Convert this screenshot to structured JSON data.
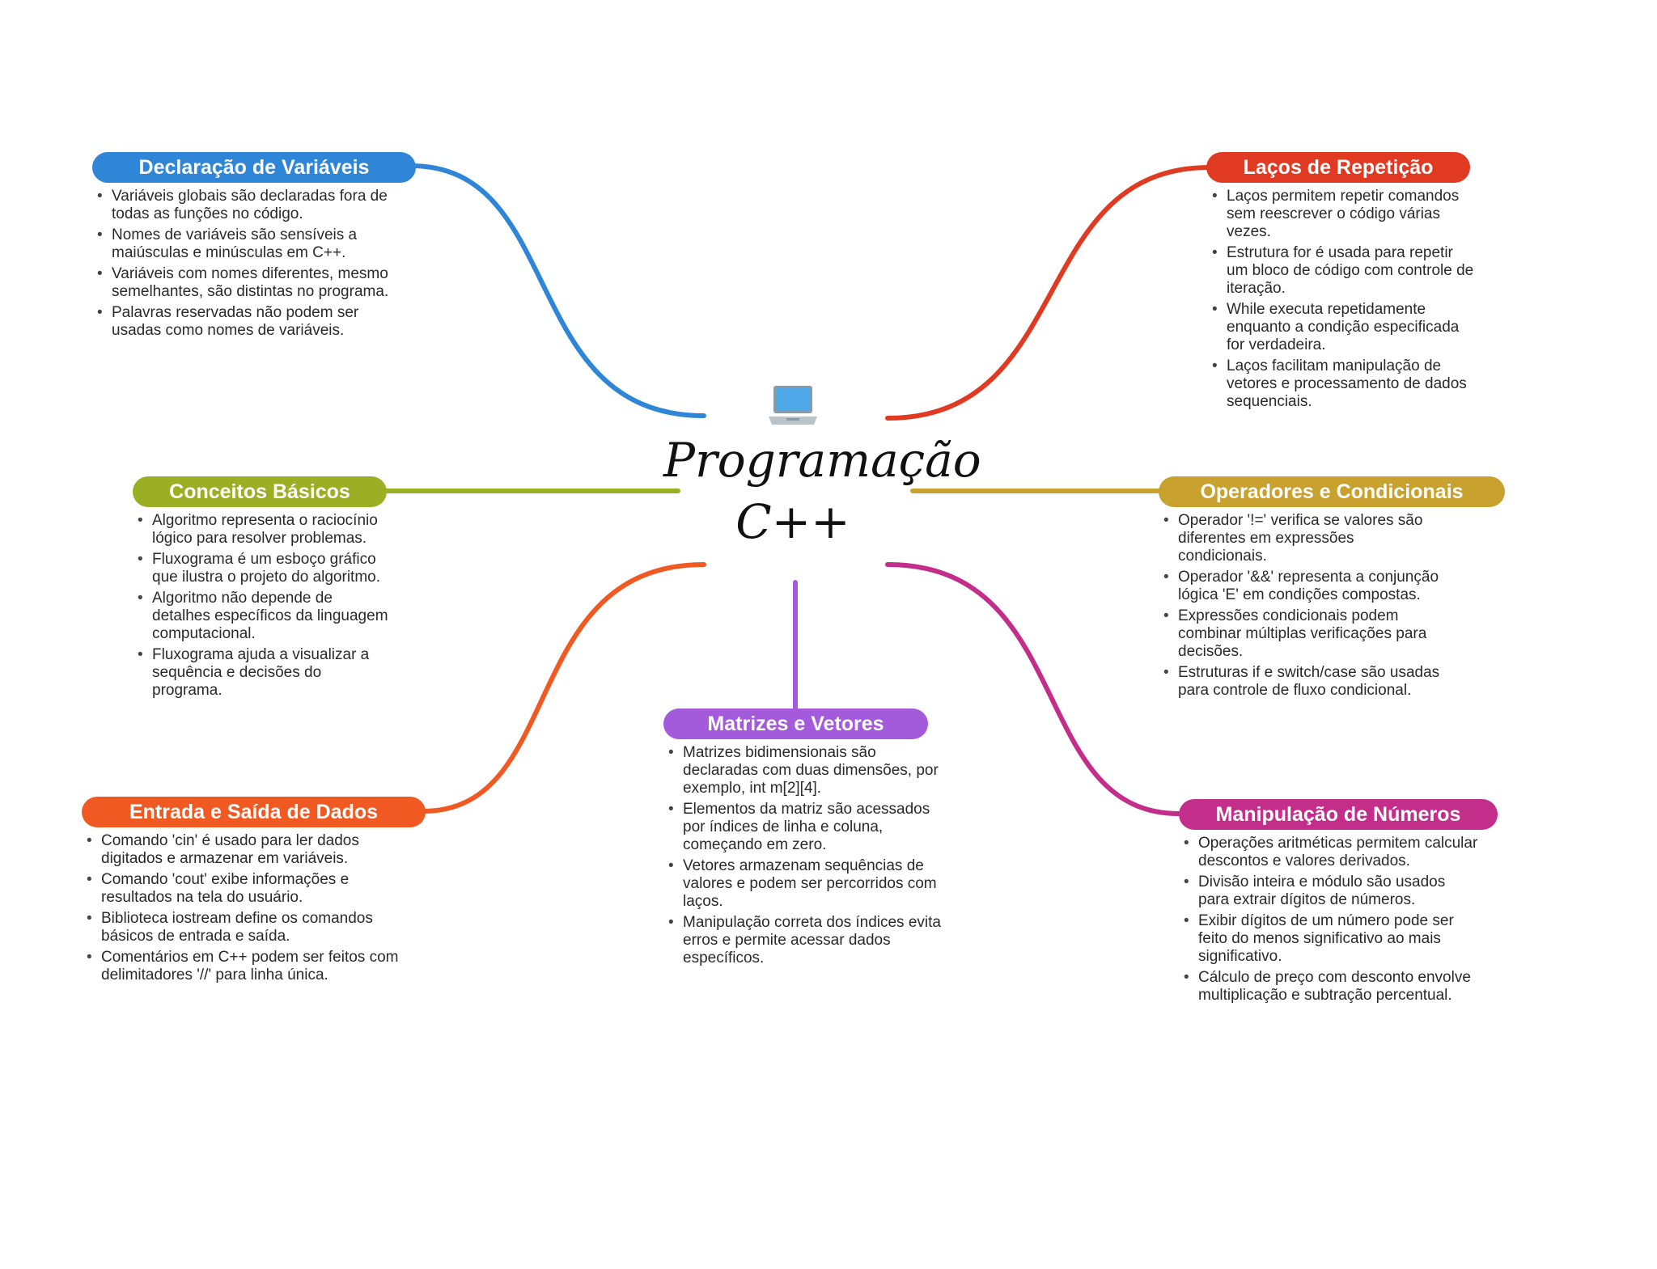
{
  "center": {
    "icon": "laptop-icon",
    "title_line1": "Programação",
    "title_line2": "C++"
  },
  "branches": {
    "declaracao": {
      "title": "Declaração de Variáveis",
      "color": "#2F86D6",
      "items": [
        "Variáveis globais são declaradas fora de todas as funções no código.",
        "Nomes de variáveis são sensíveis a maiúsculas e minúsculas em C++.",
        "Variáveis com nomes diferentes, mesmo semelhantes, são distintas no programa.",
        "Palavras reservadas não podem ser usadas como nomes de variáveis."
      ]
    },
    "conceitos": {
      "title": "Conceitos Básicos",
      "color": "#9AAF24",
      "items": [
        "Algoritmo representa o raciocínio lógico para resolver problemas.",
        "Fluxograma é um esboço gráfico que ilustra o projeto do algoritmo.",
        "Algoritmo não depende de detalhes específicos da linguagem computacional.",
        "Fluxograma ajuda a visualizar a sequência e decisões do programa."
      ]
    },
    "entrada": {
      "title": "Entrada e Saída de Dados",
      "color": "#F05A22",
      "items": [
        "Comando 'cin' é usado para ler dados digitados e armazenar em variáveis.",
        "Comando 'cout' exibe informações e resultados na tela do usuário.",
        "Biblioteca iostream define os comandos básicos de entrada e saída.",
        "Comentários em C++ podem ser feitos com delimitadores '//' para linha única."
      ]
    },
    "matrizes": {
      "title": "Matrizes e Vetores",
      "color": "#A35BDB",
      "items": [
        "Matrizes bidimensionais são declaradas com duas dimensões, por exemplo, int m[2][4].",
        "Elementos da matriz são acessados por índices de linha e coluna, começando em zero.",
        "Vetores armazenam sequências de valores e podem ser percorridos com laços.",
        "Manipulação correta dos índices evita erros e permite acessar dados específicos."
      ]
    },
    "lacos": {
      "title": "Laços de Repetição",
      "color": "#E03A22",
      "items": [
        "Laços permitem repetir comandos sem reescrever o código várias vezes.",
        "Estrutura for é usada para repetir um bloco de código com controle de iteração.",
        "While executa repetidamente enquanto a condição especificada for verdadeira.",
        "Laços facilitam manipulação de vetores e processamento de dados sequenciais."
      ]
    },
    "operadores": {
      "title": "Operadores e Condicionais",
      "color": "#C9A12E",
      "items": [
        "Operador '!=' verifica se valores são diferentes em expressões condicionais.",
        "Operador '&&' representa a conjunção lógica 'E' em condições compostas.",
        "Expressões condicionais podem combinar múltiplas verificações para decisões.",
        "Estruturas if e switch/case são usadas para controle de fluxo condicional."
      ]
    },
    "numeros": {
      "title": "Manipulação de Números",
      "color": "#C42E8B",
      "items": [
        "Operações aritméticas permitem calcular descontos e valores derivados.",
        "Divisão inteira e módulo são usados para extrair dígitos de números.",
        "Exibir dígitos de um número pode ser feito do menos significativo ao mais significativo.",
        "Cálculo de preço com desconto envolve multiplicação e subtração percentual."
      ]
    }
  }
}
